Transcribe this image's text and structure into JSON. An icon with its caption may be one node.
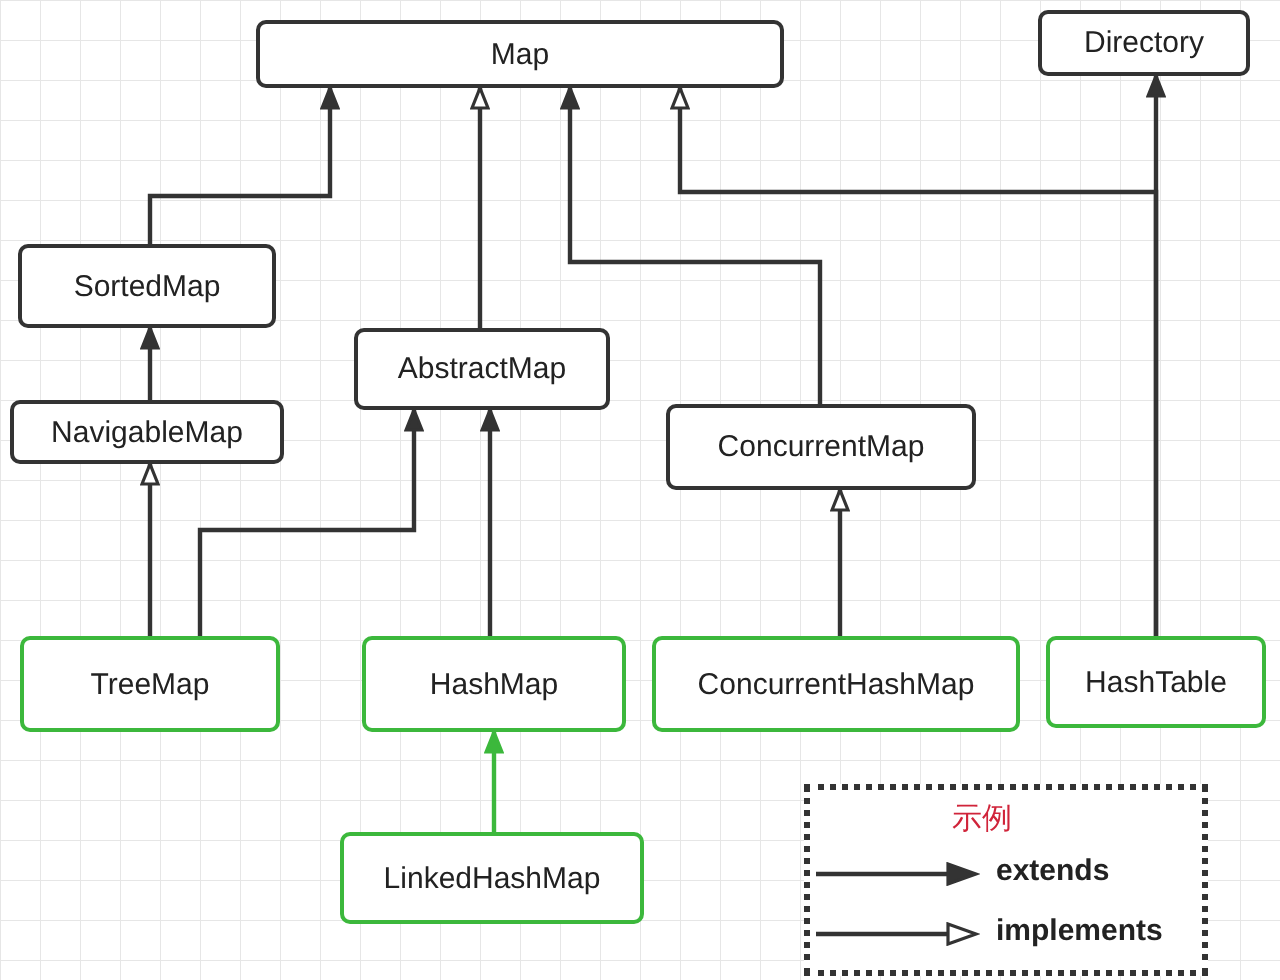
{
  "diagram": {
    "nodes": [
      {
        "text": [
          "Map"
        ]
      },
      {
        "text": [
          "Directory"
        ]
      },
      {
        "text": [
          "SortedMap"
        ]
      },
      {
        "text": [
          "AbstractMap"
        ]
      },
      {
        "text": [
          "NavigableMap"
        ]
      },
      {
        "text": [
          "ConcurrentMap"
        ]
      },
      {
        "text": [
          "TreeMap"
        ]
      },
      {
        "text": [
          "HashMap"
        ]
      },
      {
        "text": [
          "ConcurrentHashMap"
        ]
      },
      {
        "text": [
          "HashTable"
        ]
      },
      {
        "text": [
          "LinkedHashMap"
        ]
      }
    ],
    "edges": [
      {
        "from": 2,
        "to": 0,
        "arrow": "to"
      },
      {
        "from": 4,
        "to": 2,
        "arrow": "to"
      },
      {
        "from": 6,
        "to": 4,
        "arrow": "to"
      },
      {
        "from": 6,
        "to": 3,
        "arrow": "to"
      },
      {
        "from": 3,
        "to": 0,
        "arrow": "to"
      },
      {
        "from": 7,
        "to": 3,
        "arrow": "to"
      },
      {
        "from": 5,
        "to": 0,
        "arrow": "to"
      },
      {
        "from": 8,
        "to": 5,
        "arrow": "to"
      },
      {
        "from": 9,
        "to": 1,
        "arrow": "to"
      },
      {
        "from": 9,
        "to": 0,
        "arrow": "to"
      },
      {
        "from": 10,
        "to": 7,
        "arrow": "to",
        "color": "#3cb83c"
      }
    ],
    "labels": [
      "示例"
    ],
    "legend": [
      {
        "text": "extends"
      },
      {
        "text": "implements"
      }
    ]
  }
}
